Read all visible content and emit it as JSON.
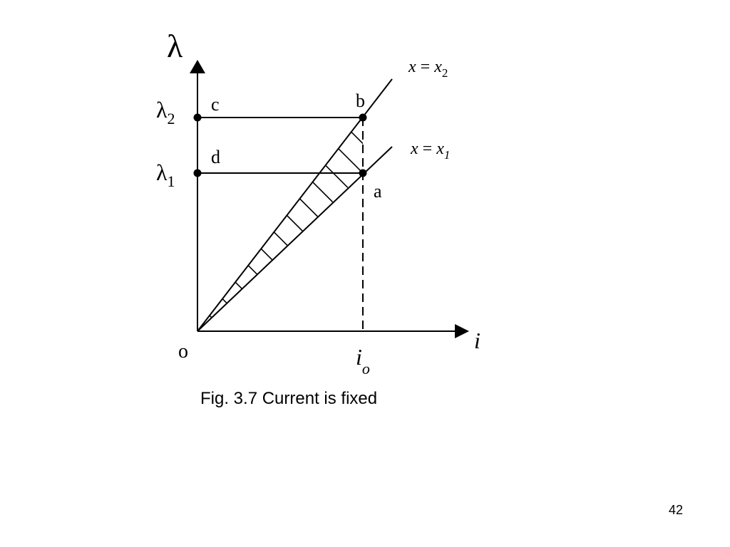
{
  "diagram": {
    "axes": {
      "y_label": "λ",
      "x_label": "i",
      "origin_label": "o"
    },
    "levels": {
      "lambda2": {
        "symbol": "λ",
        "subscript": "2"
      },
      "lambda1": {
        "symbol": "λ",
        "subscript": "1"
      }
    },
    "current_marker": {
      "symbol": "i",
      "subscript": "o"
    },
    "points": {
      "a": "a",
      "b": "b",
      "c": "c",
      "d": "d"
    },
    "lines": {
      "x2": {
        "lhs": "x",
        "eq": " = ",
        "rhs": "x",
        "subscript": "2"
      },
      "x1": {
        "lhs": "x",
        "eq": " = ",
        "rhs": "x",
        "subscript": "1"
      }
    }
  },
  "caption": "Fig. 3.7 Current is fixed",
  "page_number": "42"
}
